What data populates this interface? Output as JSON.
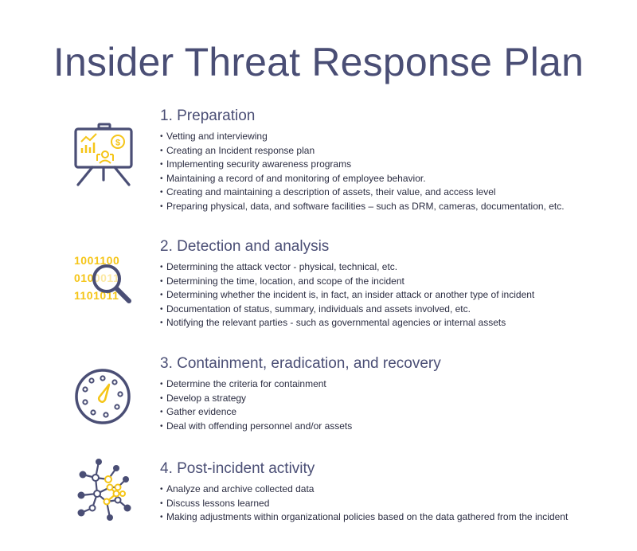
{
  "title": "Insider Threat Response Plan",
  "colors": {
    "navy": "#4a4e75",
    "accent_yellow": "#f5c518",
    "text": "#2b2d42"
  },
  "sections": [
    {
      "heading": "1. Preparation",
      "icon": "presentation-board-icon",
      "items": [
        "Vetting and interviewing",
        "Creating an Incident response plan",
        "Implementing security awareness programs",
        "Maintaining a record of and monitoring of employee behavior.",
        "Creating and maintaining a description of assets, their value, and access level",
        "Preparing physical, data, and software facilities – such as DRM, cameras, documentation, etc."
      ]
    },
    {
      "heading": "2. Detection and analysis",
      "icon": "magnifier-binary-icon",
      "binary_rows": [
        "1001100",
        "0100011",
        "1101011"
      ],
      "items": [
        "Determining the attack vector - physical, technical, etc.",
        "Determining the time, location, and scope of the incident",
        "Determining whether the incident is, in fact, an insider attack or another type of incident",
        "Documentation of status, summary, individuals and assets involved, etc.",
        "Notifying the relevant parties - such as governmental agencies or internal assets"
      ]
    },
    {
      "heading": "3. Containment, eradication, and recovery",
      "icon": "dial-gauge-icon",
      "items": [
        "Determine the criteria for containment",
        "Develop a strategy",
        "Gather evidence",
        "Deal with offending personnel and/or assets"
      ]
    },
    {
      "heading": "4. Post-incident activity",
      "icon": "network-graph-icon",
      "items": [
        "Analyze and archive collected data",
        "Discuss lessons learned",
        "Making adjustments within organizational policies based on the data gathered from the incident"
      ]
    }
  ]
}
